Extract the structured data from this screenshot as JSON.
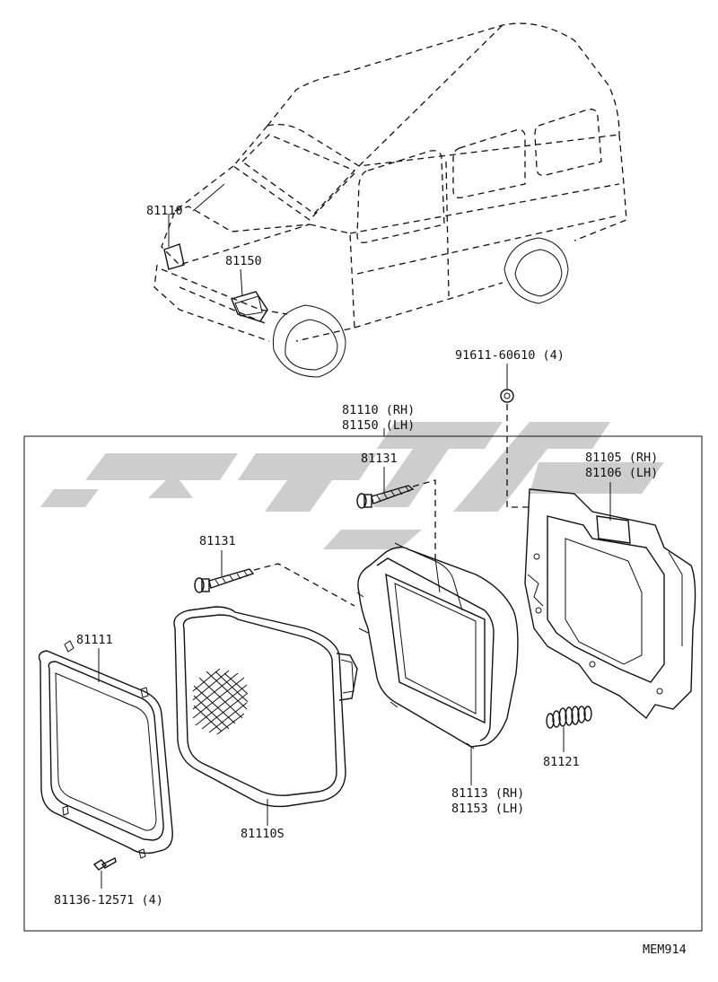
{
  "diagram_code": "MEM914",
  "parts": {
    "vehicle_lamp_rh": "81110",
    "vehicle_lamp_lh": "81150",
    "nut": "91611-60610 (4)",
    "assy_rh": "81110 (RH)",
    "assy_lh": "81150 (LH)",
    "screw_upper": "81131",
    "screw_left": "81131",
    "bracket_rh": "81105 (RH)",
    "bracket_lh": "81106 (LH)",
    "rim": "81111",
    "sealed_beam": "81110S",
    "body_rh": "81113 (RH)",
    "body_lh": "81153 (LH)",
    "spring": "81121",
    "rim_screw": "81136-12571 (4)"
  }
}
